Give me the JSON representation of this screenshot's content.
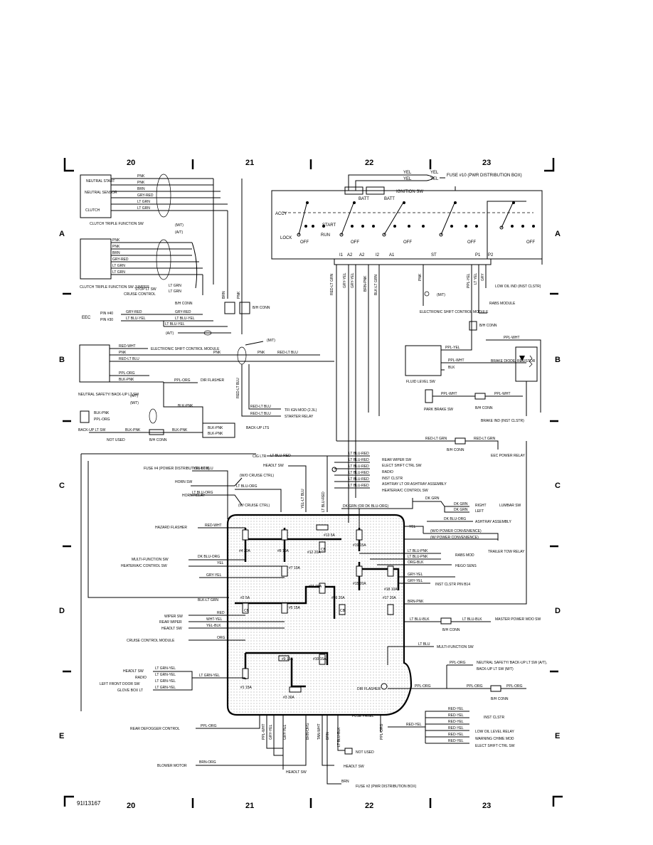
{
  "grid": {
    "columns": [
      "20",
      "21",
      "22",
      "23"
    ],
    "rows": [
      "A",
      "B",
      "C",
      "D",
      "E"
    ]
  },
  "figure_id": "91I13167",
  "top": {
    "fuse10": "FUSE #10 (PWR DISTRIBUTION BOX)",
    "yel": "YEL",
    "ignition_sw": "IGNITION SW",
    "batt": "BATT",
    "accy": "ACCY",
    "start": "START",
    "lock": "LOCK",
    "run": "RUN",
    "off": "OFF",
    "terminals": [
      "I1",
      "A2",
      "A2",
      "I2",
      "A1",
      "ST",
      "P1",
      "P2"
    ]
  },
  "vertical_wires": [
    "RED-LT GRN",
    "GRY-YEL",
    "GRY-YEL",
    "BRN-PNK",
    "BLK-LT GRN",
    "PNK",
    "PPL-YEL",
    "LT YEL",
    "GRY",
    "BRN",
    "PNK",
    "RED-LT BLU",
    "YEL-LT BLU",
    "LT BLU-RED"
  ],
  "left": {
    "neutral_start": "NEUTRAL START",
    "neutral_sensor": "NEUTRAL SENSOR",
    "clutch": "CLUTCH",
    "clutch_triple_function_sw": "CLUTCH TRIPLE FUNCTION SW",
    "switch_wires": [
      "PNK",
      "PNK",
      "BRN",
      "GRY-RED",
      "LT GRN",
      "LT GRN"
    ],
    "jumper_wires": [
      "PNK",
      "PNK",
      "BRN",
      "GRY-RED",
      "LT GRN",
      "LT GRN"
    ],
    "clutch_triple_function_sw_jumper": "CLUTCH TRIPLE FUNCTION SW JUMPER",
    "mt": "(M/T)",
    "at": "(A/T)",
    "stop_lt_sw": "STOP LT SW",
    "cruise_control": "CRUISE CONTROL",
    "lt_grn": "LT GRN",
    "bh_conn": "B/H CONN",
    "eec": "EEC",
    "pin40": "PIN #40",
    "pin30": "PIN #30",
    "gry_red": "GRY-RED",
    "lt_blu_yel": "LT BLU-YEL",
    "red_wht": "RED-WHT",
    "electronic_shift_control_module": "ELECTRONIC SHIFT CONTROL MODULE",
    "pnk": "PNK",
    "red_lt_blu": "RED-LT BLU",
    "ppl_org": "PPL-ORG",
    "blk_pnk": "BLK-PNK",
    "dir_flasher": "DIR FLASHER",
    "neutral_safety": "NEUTRAL SAFETY/ BACK-UP LT SW",
    "back_up_lt_sw": "BACK-UP LT SW",
    "not_used": "NOT USED",
    "back_up_lts": "BACK-UP LTS",
    "tfi": "TFI IGN MOD (2.3L)",
    "starter_relay": "STARTER RELAY",
    "red_lt_blu2": "RED-LT BLU"
  },
  "right": {
    "low_oil_ind": "LOW OIL IND (INST CLSTR)",
    "rabs_module": "RABS MODULE",
    "electronic_shift_control_module": "ELECTRONIC SHIFT CONTROL MODULE",
    "mt": "(M/T)",
    "bh_conn": "B/H CONN",
    "ppl_yel": "PPL-YEL",
    "ppl_wht": "PPL-WHT",
    "blk": "BLK",
    "fluid_level_sw": "FLUID LEVEL SW",
    "brake_diode": "BRAKE DIODE/ RESISTOR",
    "park_brake_sw": "PARK BRAKE SW",
    "brake_ind": "BRAKE IND (INST CLSTR)",
    "red_lt_grn": "RED-LT GRN",
    "eec_power_relay": "EEC POWER RELAY"
  },
  "fuse_panel": {
    "label": "FUSE PANEL",
    "dir_flasher": "DIR FLASHER",
    "fuses": [
      "#13 5A",
      "#4 30A",
      "#8 10A",
      "#12 20A",
      "#19 15A",
      "#7 10A",
      "#11 15A",
      "#15 20A",
      "#18 10A",
      "#2 5A",
      "#5 15A",
      "#16 20A",
      "#17 20A",
      "#9 15A",
      "#10 15A",
      "#1 15A",
      "#3 30A"
    ],
    "cb": "CB"
  },
  "center_left": {
    "cig_ltr": "CIG LTR",
    "headlt_sw": "HEADLT SW",
    "fuse4": "FUSE #4 (POWER DISTRIBUTION BOX)",
    "yel_lt_blu": "YEL-LT BLU",
    "wo_cruise": "(W/O CRUISE CTRL)",
    "w_cruise": "(W/ CRUISE CTRL)",
    "horn_sw": "HORN SW",
    "horn_relay": "HORN RELAY",
    "lt_blu_org": "LT BLU-ORG",
    "hazard_flasher": "HAZARD FLASHER",
    "red_wht": "RED-WHT",
    "multi_function_sw": "MULTI-FUNCTION SW",
    "heater_ac_control_sw": "HEATER/A/C CONTROL SW",
    "dk_blu_org": "DK BLU-ORG",
    "yel": "YEL",
    "gry_yel": "GRY-YEL",
    "blk_lt_grn": "BLK-LT GRN",
    "wiper_sw": "WIPER SW",
    "rear_wiper": "REAR WIPER",
    "headlt_sw2": "HEADLT SW",
    "red": "RED",
    "wht_yel": "WHT-YEL",
    "yel_blk": "YEL-BLK",
    "cruise_control_module": "CRUISE CONTROL MODULE",
    "org": "ORG",
    "headlt_sw3": "HEADLT SW",
    "radio": "RADIO",
    "left_front_door_sw": "LEFT FRONT DOOR SW",
    "glove_box_lt": "GLOVE BOX LT",
    "lt_grn_yel": "LT GRN-YEL",
    "rear_defogger_control": "REAR DEFOGGER CONTROL",
    "ppl_org": "PPL-ORG",
    "blower_motor": "BLOWER MOTOR",
    "brn_org": "BRN-ORG",
    "headlt_sw4": "HEADLT SW",
    "bottom_wires": [
      "PPL-WHT",
      "GRY-YEL",
      "GRY-YEL",
      "BRN-ORG",
      "TAN-WHT",
      "BRN",
      "LT BLU-BLK",
      "PPL-ORG"
    ]
  },
  "center_right": {
    "lt_blu_red": "LT BLU-RED",
    "rear_wiper_sw": "REAR WIPER SW",
    "elect_shift_ctrl_sw": "ELECT SHIFT CTRL SW",
    "radio": "RADIO",
    "inst_clstr": "INST CLSTR",
    "ashtray": "ASHTRAY LT OR ASHTRAY ASSEMBLY",
    "heater_ac": "HEATER/A/C CONTROL SW",
    "dk_grn": "DK GRN (OR DK BLU-ORG)",
    "dk_grn2": "DK GRN",
    "right": "RIGHT",
    "left": "LEFT",
    "lumbar_sw": "LUMBAR SW",
    "dk_blu_org": "DK BLU-ORG",
    "ashtray_assembly": "ASHTRAY ASSEMBLY",
    "wo_power_conv": "(W/O POWER CONVENIENCE)",
    "w_power_conv": "(W/ POWER CONVENIENCE)",
    "yel": "YEL",
    "trailer_tow_relay": "TRAILER TOW RELAY",
    "lt_blu_pnk": "LT BLU-PNK",
    "org_blk": "ORG-BLK",
    "rabs_mod": "RABS MOD",
    "hego_sens": "HEGO SENS",
    "gry_yel": "GRY-YEL",
    "inst_clstr_pin": "INST CLSTR PIN B14",
    "brn_pnk": "BRN-PNK",
    "lt_blu_blk": "LT BLU-BLK",
    "master_power_wdo_sw": "MASTER POWER WDO SW",
    "bh_conn": "B/H CONN",
    "lt_blu": "LT BLU",
    "multi_function_sw": "MULTI-FUNCTION SW",
    "ppl_org": "PPL-ORG",
    "neutral_safety_at": "NEUTRAL SAFETY/ BACK-UP LT SW (A/T),",
    "back_up_lt_sw_mt": "BACK-UP LT SW (M/T)",
    "red_yel": "RED-YEL",
    "inst_clstr2": "INST CLSTR",
    "low_oil_level_relay": "LOW OIL LEVEL RELAY",
    "warning_chime_mod": "WARNING CHIME MOD",
    "elect_shift_ctrl_sw2": "ELECT SHIFT CTRL SW",
    "not_used": "NOT USED",
    "headlt_sw": "HEADLT SW",
    "fuse2": "FUSE #2 (PWR DISTRIBUTION BOX)",
    "brn": "BRN"
  }
}
